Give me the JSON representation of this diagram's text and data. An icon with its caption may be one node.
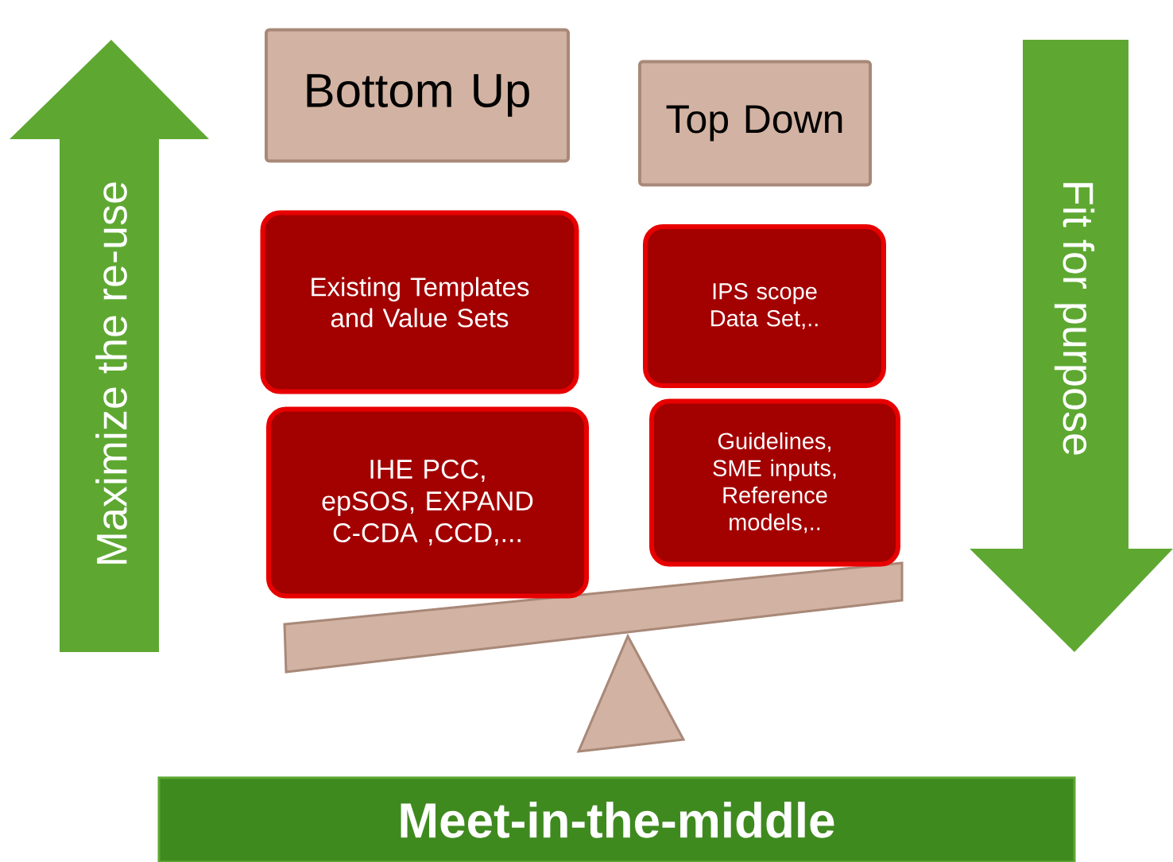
{
  "diagram": {
    "nodes": [
      {
        "text": [
          "Bottom Up"
        ]
      },
      {
        "text": [
          "Top Down"
        ]
      },
      {
        "text": [
          "Existing Templates and Value Sets"
        ]
      },
      {
        "text": [
          "IPS scope Data Set,.."
        ]
      },
      {
        "text": [
          "IHE PCC, epSOS, EXPAND C-CDA ,CCD,..."
        ]
      },
      {
        "text": [
          "Guidelines, SME inputs, Reference models,.."
        ]
      },
      {
        "text": [
          "Maximize the re-use"
        ]
      },
      {
        "text": [
          "Fit for purpose"
        ]
      },
      {
        "text": [
          "Meet-in-the-middle"
        ]
      }
    ]
  }
}
